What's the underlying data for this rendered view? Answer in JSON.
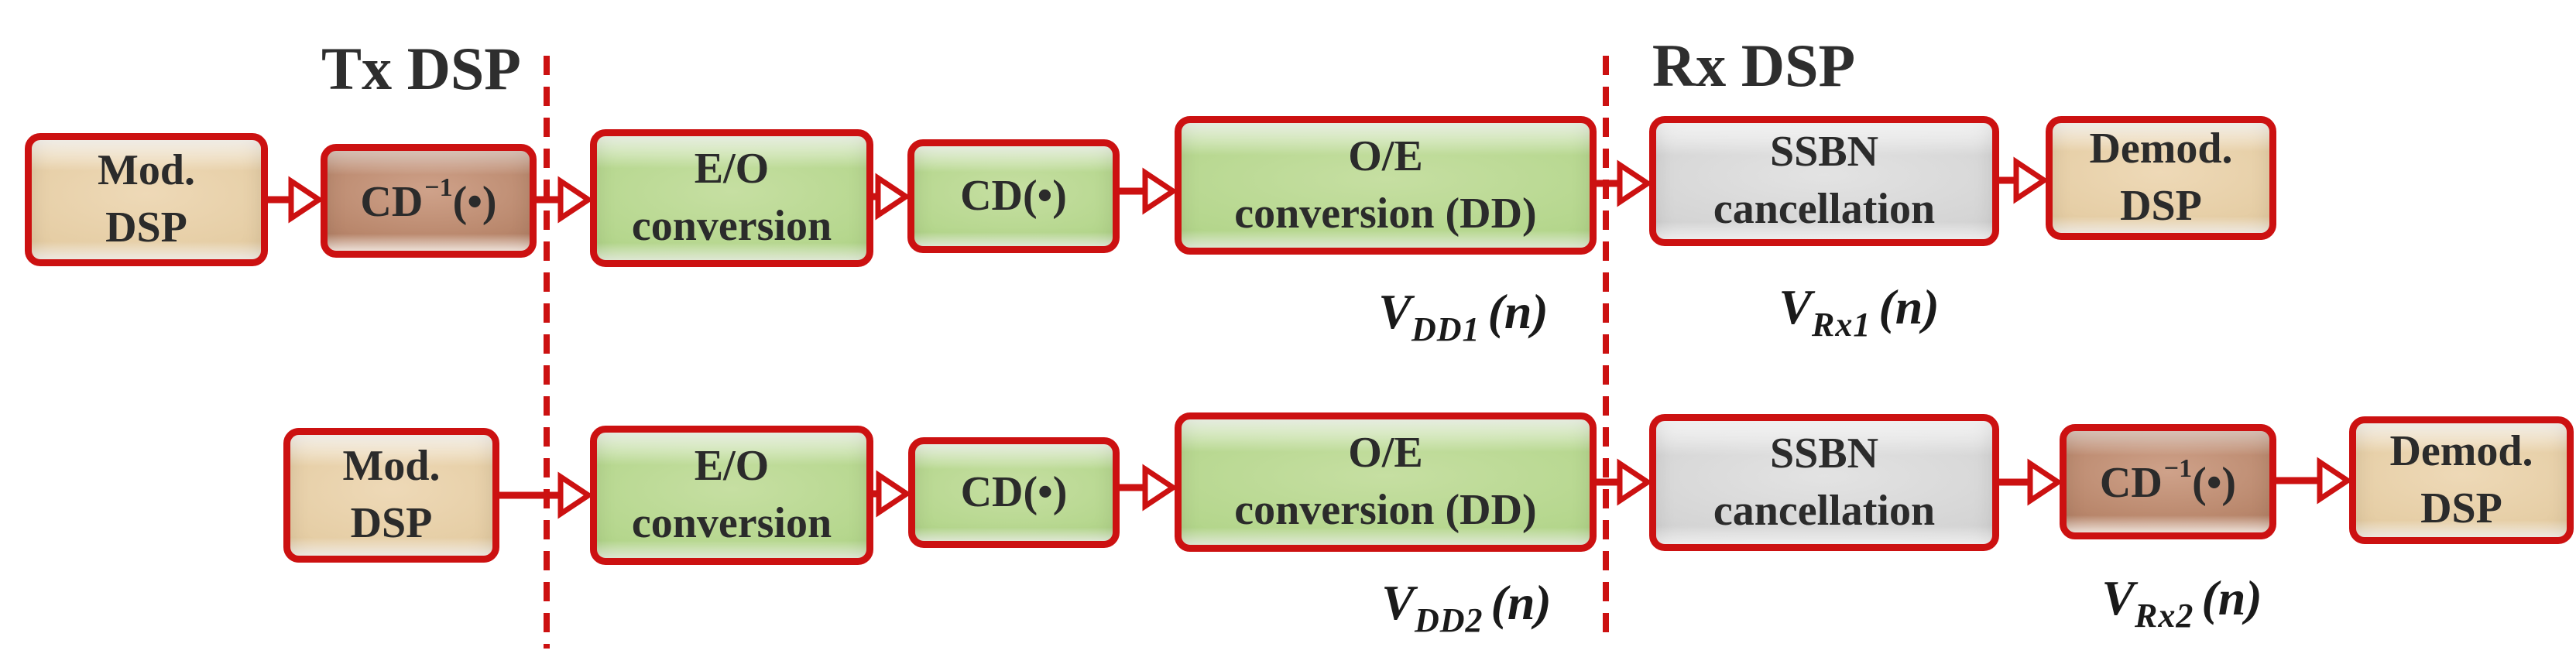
{
  "sections": {
    "tx_label": "Tx DSP",
    "rx_label": "Rx DSP"
  },
  "rows": {
    "top": {
      "mod": {
        "line1": "Mod.",
        "line2": "DSP"
      },
      "cdinv": {
        "base": "CD",
        "sup": "−1",
        "arg": "(•)"
      },
      "eo": {
        "line1": "E/O",
        "line2": "conversion"
      },
      "cd": {
        "base": "CD",
        "arg": "(•)"
      },
      "oe": {
        "line1": "O/E",
        "line2": "conversion (DD)"
      },
      "ssbn": {
        "line1": "SSBN",
        "line2": "cancellation"
      },
      "demod": {
        "line1": "Demod.",
        "line2": "DSP"
      }
    },
    "bottom": {
      "mod": {
        "line1": "Mod.",
        "line2": "DSP"
      },
      "eo": {
        "line1": "E/O",
        "line2": "conversion"
      },
      "cd": {
        "base": "CD",
        "arg": "(•)"
      },
      "oe": {
        "line1": "O/E",
        "line2": "conversion (DD)"
      },
      "ssbn": {
        "line1": "SSBN",
        "line2": "cancellation"
      },
      "cdinv": {
        "base": "CD",
        "sup": "−1",
        "arg": "(•)"
      },
      "demod": {
        "line1": "Demod.",
        "line2": "DSP"
      }
    }
  },
  "signal_labels": {
    "vdd1": {
      "base": "V",
      "sub": "DD1",
      "arg": "(n)"
    },
    "vrx1": {
      "base": "V",
      "sub": "Rx1",
      "arg": "(n)"
    },
    "vdd2": {
      "base": "V",
      "sub": "DD2",
      "arg": "(n)"
    },
    "vrx2": {
      "base": "V",
      "sub": "Rx2",
      "arg": "(n)"
    }
  },
  "colors": {
    "border_red": "#cc1111",
    "arrow_red": "#cc1111",
    "dashed_red": "#cc1111",
    "text_dark": "#2b2b2b",
    "tan_fill": "#e5cda4",
    "brown_fill": "#ba886d",
    "green_fill": "#b4d68c",
    "gray_fill": "#d4d4d4",
    "background": "#ffffff"
  }
}
